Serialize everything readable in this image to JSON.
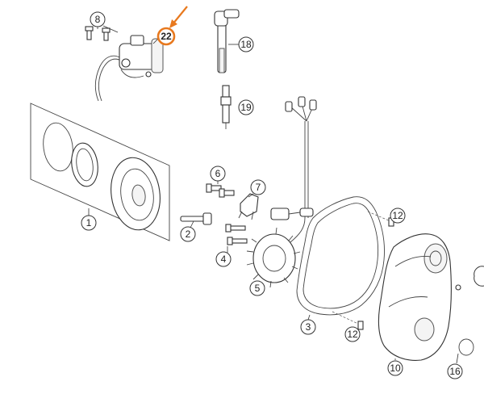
{
  "diagram": {
    "callouts": [
      {
        "id": "c8",
        "label": "8"
      },
      {
        "id": "c22",
        "label": "22",
        "highlighted": true
      },
      {
        "id": "c18",
        "label": "18"
      },
      {
        "id": "c19",
        "label": "19"
      },
      {
        "id": "c1",
        "label": "1"
      },
      {
        "id": "c6",
        "label": "6"
      },
      {
        "id": "c7",
        "label": "7"
      },
      {
        "id": "c2",
        "label": "2"
      },
      {
        "id": "c12a",
        "label": "12"
      },
      {
        "id": "c4",
        "label": "4"
      },
      {
        "id": "c5",
        "label": "5"
      },
      {
        "id": "c3",
        "label": "3"
      },
      {
        "id": "c12b",
        "label": "12"
      },
      {
        "id": "c10",
        "label": "10"
      },
      {
        "id": "c16",
        "label": "16"
      }
    ],
    "colors": {
      "highlight": "#e8791e",
      "line": "#333333"
    }
  }
}
